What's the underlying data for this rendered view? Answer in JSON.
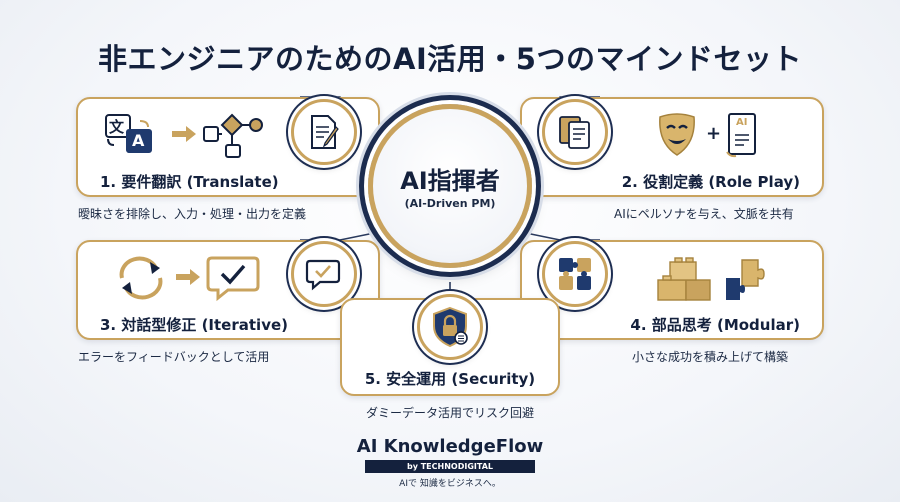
{
  "title": "非エンジニアのためのAI活用・5つのマインドセット",
  "hub": {
    "title": "AI指揮者",
    "subtitle": "(AI-Driven PM)"
  },
  "cards": [
    {
      "label": "1. 要件翻訳 (Translate)",
      "description": "曖昧さを排除し、入力・処理・出力を定義",
      "icon": "document-pen-icon"
    },
    {
      "label": "2. 役割定義 (Role Play)",
      "description": "AIにペルソナを与え、文脈を共有",
      "icon": "documents-icon"
    },
    {
      "label": "3. 対話型修正 (Iterative)",
      "description": "エラーをフィードバックとして活用",
      "icon": "chat-check-icon"
    },
    {
      "label": "4. 部品思考 (Modular)",
      "description": "小さな成功を積み上げて構築",
      "icon": "puzzle-icon"
    },
    {
      "label": "5. 安全運用 (Security)",
      "description": "ダミーデータ活用でリスク回避",
      "icon": "shield-lock-icon"
    }
  ],
  "icons": {
    "translate_char": "文",
    "translate_latin": "A",
    "role_doc": "AI"
  },
  "brand": {
    "name": "AI KnowledgeFlow",
    "by": "by TECHNODIGITAL",
    "tagline": "AIで 知識をビジネスへ。"
  },
  "colors": {
    "navy": "#14213d",
    "gold": "#c9a35e",
    "background": "#f4f6fa"
  }
}
